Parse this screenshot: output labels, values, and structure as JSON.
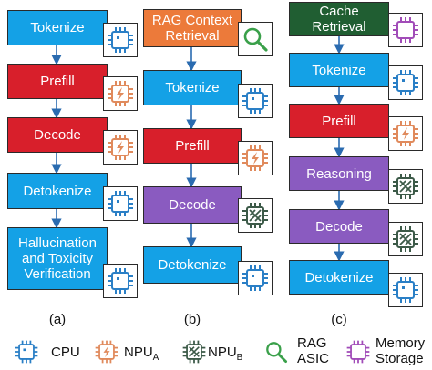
{
  "colors": {
    "blue": "#14a1e6",
    "red": "#d81f2b",
    "orange": "#ec7a3a",
    "purple": "#8a5bc0",
    "green": "#205e32",
    "cpu_icon": "#2a7fc6",
    "npu_a_icon": "#e08a5c",
    "npu_b_icon": "#3c5a48",
    "rag_icon": "#3aa04a",
    "memory_icon": "#a14cb8"
  },
  "panels": {
    "a": {
      "label": "(a)",
      "steps": [
        {
          "text": "Tokenize",
          "color": "blue",
          "icon": "cpu-icon"
        },
        {
          "text": "Prefill",
          "color": "red",
          "icon": "npu-a-icon"
        },
        {
          "text": "Decode",
          "color": "red",
          "icon": "npu-a-icon"
        },
        {
          "text": "Detokenize",
          "color": "blue",
          "icon": "cpu-icon"
        },
        {
          "text": "Hallucination and Toxicity Verification",
          "color": "blue",
          "icon": "cpu-icon"
        }
      ]
    },
    "b": {
      "label": "(b)",
      "steps": [
        {
          "text": "RAG Context Retrieval",
          "color": "orange",
          "icon": "rag-asic-icon"
        },
        {
          "text": "Tokenize",
          "color": "blue",
          "icon": "cpu-icon"
        },
        {
          "text": "Prefill",
          "color": "red",
          "icon": "npu-a-icon"
        },
        {
          "text": "Decode",
          "color": "purple",
          "icon": "npu-b-icon"
        },
        {
          "text": "Detokenize",
          "color": "blue",
          "icon": "cpu-icon"
        }
      ]
    },
    "c": {
      "label": "(c)",
      "steps": [
        {
          "text": "Cache Retrieval",
          "color": "green",
          "icon": "memory-storage-icon"
        },
        {
          "text": "Tokenize",
          "color": "blue",
          "icon": "cpu-icon"
        },
        {
          "text": "Prefill",
          "color": "red",
          "icon": "npu-a-icon"
        },
        {
          "text": "Reasoning",
          "color": "purple",
          "icon": "npu-b-icon"
        },
        {
          "text": "Decode",
          "color": "purple",
          "icon": "npu-b-icon"
        },
        {
          "text": "Detokenize",
          "color": "blue",
          "icon": "cpu-icon"
        }
      ]
    }
  },
  "legend": {
    "cpu": "CPU",
    "npu_a_base": "NPU",
    "npu_a_sub": "A",
    "npu_b_base": "NPU",
    "npu_b_sub": "B",
    "rag_asic": "RAG ASIC",
    "memory_storage": "Memory Storage"
  }
}
